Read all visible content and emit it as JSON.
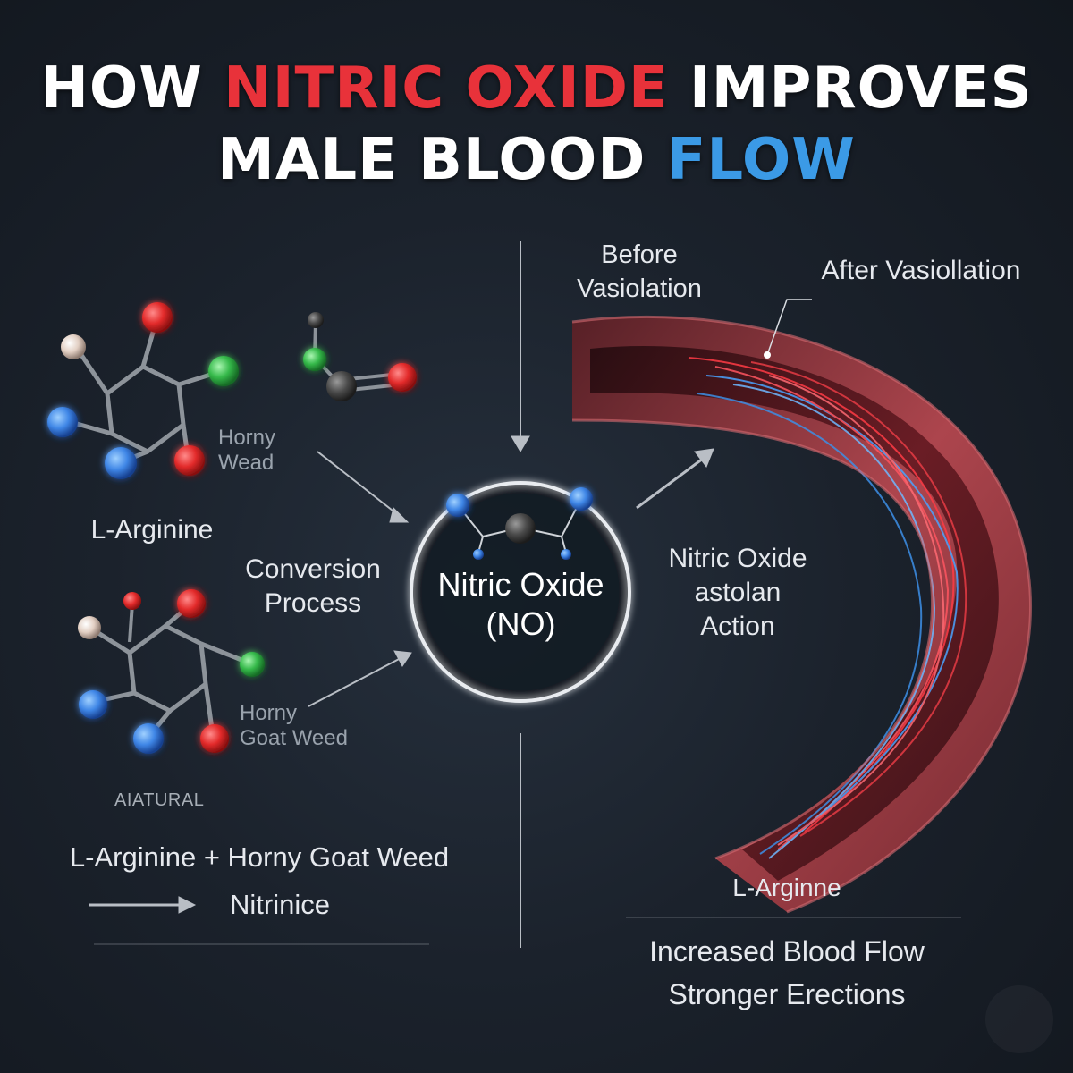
{
  "title": {
    "line1_prefix": "HOW ",
    "line1_highlight": "NITRIC OXIDE",
    "line1_suffix": " IMPROVES",
    "line2_prefix": "MALE BLOOD ",
    "line2_highlight": "FLOW"
  },
  "colors": {
    "highlight_red": "#e8323a",
    "highlight_blue": "#3b9ae6",
    "vessel": "#b4474f",
    "background": "#1b222c"
  },
  "left": {
    "molecule1_tag_line1": "Horny",
    "molecule1_tag_line2": "Wead",
    "molecule1_label": "L-Arginine",
    "conversion_line1": "Conversion",
    "conversion_line2": "Process",
    "molecule2_tag_line1": "Horny",
    "molecule2_tag_line2": "Goat Weed",
    "brand": "AIATURAL",
    "equation_line1": "L-Arginine + Horny Goat Weed",
    "equation_line2": "Nitrinice"
  },
  "center": {
    "no_line1": "Nitric Oxide",
    "no_line2": "(NO)"
  },
  "right": {
    "before_line1": "Before",
    "before_line2": "Vasiolation",
    "after_label": "After Vasiollation",
    "action_line1": "Nitric Oxide",
    "action_line2": "astolan",
    "action_line3": "Action",
    "bottom_label": "L-Arginne",
    "result_line1": "Increased Blood Flow",
    "result_line2": "Stronger Erections"
  }
}
